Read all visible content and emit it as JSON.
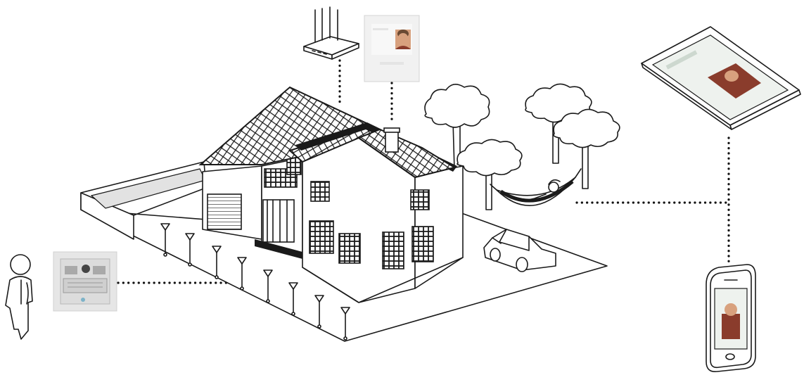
{
  "diagram": {
    "kind": "smart-home video intercom connectivity illustration",
    "texts": []
  },
  "devices": [
    {
      "id": "wifi-router",
      "icon": "router-icon"
    },
    {
      "id": "indoor-monitor",
      "icon": "video-monitor-icon"
    },
    {
      "id": "outdoor-door-station",
      "icon": "door-station-icon"
    },
    {
      "id": "tablet",
      "icon": "tablet-icon"
    },
    {
      "id": "smartphone",
      "icon": "smartphone-icon"
    }
  ],
  "colors": {
    "line": "#1a1a1a",
    "device_panel": "#e6e6e6",
    "screen_tint": "#d9e6df",
    "roof_dark": "#222222",
    "skin": "#d8a17e",
    "shirt": "#8a3c2c"
  }
}
